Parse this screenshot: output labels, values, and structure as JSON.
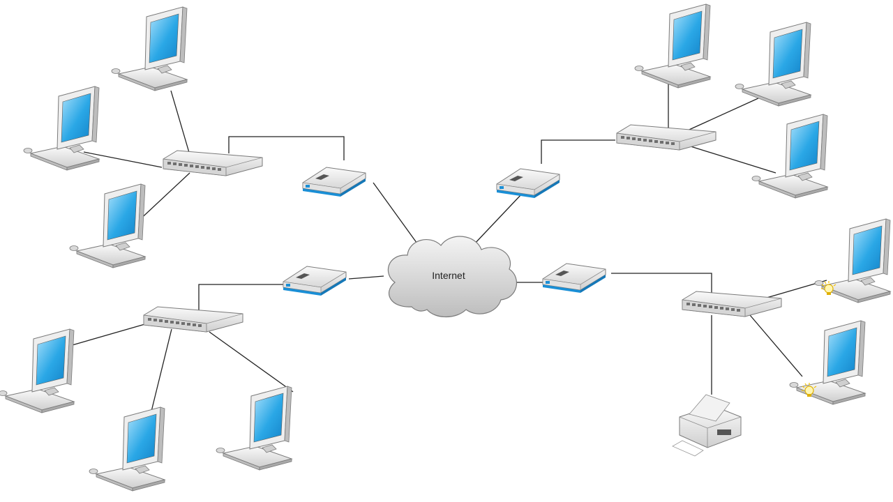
{
  "cloud": {
    "label": "Internet"
  },
  "colors": {
    "screen": "#2aa7e6",
    "screen_light": "#a9e0fb",
    "device_body": "#e6e6e6",
    "device_outline": "#7a7a7a",
    "router_stripe": "#1a8fd6",
    "link": "#222222",
    "bulb": "#f5c400"
  },
  "groups": [
    {
      "name": "top-left-lan",
      "switch": 1,
      "router": 1,
      "computers": 3,
      "printers": 0
    },
    {
      "name": "top-right-lan",
      "switch": 1,
      "router": 1,
      "computers": 3,
      "printers": 0
    },
    {
      "name": "bottom-left-lan",
      "switch": 1,
      "router": 1,
      "computers": 3,
      "printers": 0
    },
    {
      "name": "bottom-right-lan",
      "switch": 1,
      "router": 1,
      "computers": 2,
      "printers": 1
    }
  ]
}
